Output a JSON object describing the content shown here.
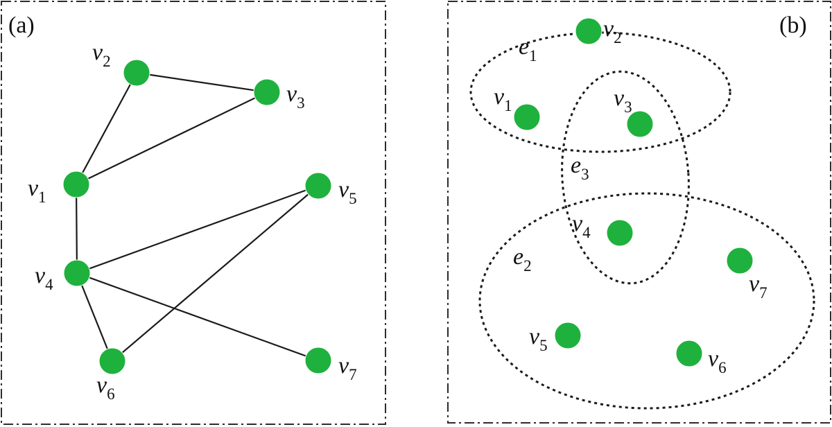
{
  "colors": {
    "vertex": "#1fb13d",
    "stroke": "#1a1a1a",
    "frame": "#2b2b2b"
  },
  "panel_a": {
    "tag": "(a)",
    "vertices": [
      {
        "id": "v1",
        "letter": "v",
        "sub": "1"
      },
      {
        "id": "v2",
        "letter": "v",
        "sub": "2"
      },
      {
        "id": "v3",
        "letter": "v",
        "sub": "3"
      },
      {
        "id": "v4",
        "letter": "v",
        "sub": "4"
      },
      {
        "id": "v5",
        "letter": "v",
        "sub": "5"
      },
      {
        "id": "v6",
        "letter": "v",
        "sub": "6"
      },
      {
        "id": "v7",
        "letter": "v",
        "sub": "7"
      }
    ],
    "edges": [
      [
        "v2",
        "v3"
      ],
      [
        "v2",
        "v1"
      ],
      [
        "v1",
        "v3"
      ],
      [
        "v1",
        "v4"
      ],
      [
        "v4",
        "v5"
      ],
      [
        "v4",
        "v6"
      ],
      [
        "v4",
        "v7"
      ],
      [
        "v6",
        "v5"
      ]
    ]
  },
  "panel_b": {
    "tag": "(b)",
    "vertices": [
      {
        "id": "v1",
        "letter": "v",
        "sub": "1"
      },
      {
        "id": "v2",
        "letter": "v",
        "sub": "2"
      },
      {
        "id": "v3",
        "letter": "v",
        "sub": "3"
      },
      {
        "id": "v4",
        "letter": "v",
        "sub": "4"
      },
      {
        "id": "v5",
        "letter": "v",
        "sub": "5"
      },
      {
        "id": "v6",
        "letter": "v",
        "sub": "6"
      },
      {
        "id": "v7",
        "letter": "v",
        "sub": "7"
      }
    ],
    "hyperedges": [
      {
        "id": "e1",
        "letter": "e",
        "sub": "1",
        "members": [
          "v1",
          "v2",
          "v3"
        ]
      },
      {
        "id": "e2",
        "letter": "e",
        "sub": "2",
        "members": [
          "v4",
          "v5",
          "v6",
          "v7"
        ]
      },
      {
        "id": "e3",
        "letter": "e",
        "sub": "3",
        "members": [
          "v3",
          "v4"
        ]
      }
    ]
  }
}
